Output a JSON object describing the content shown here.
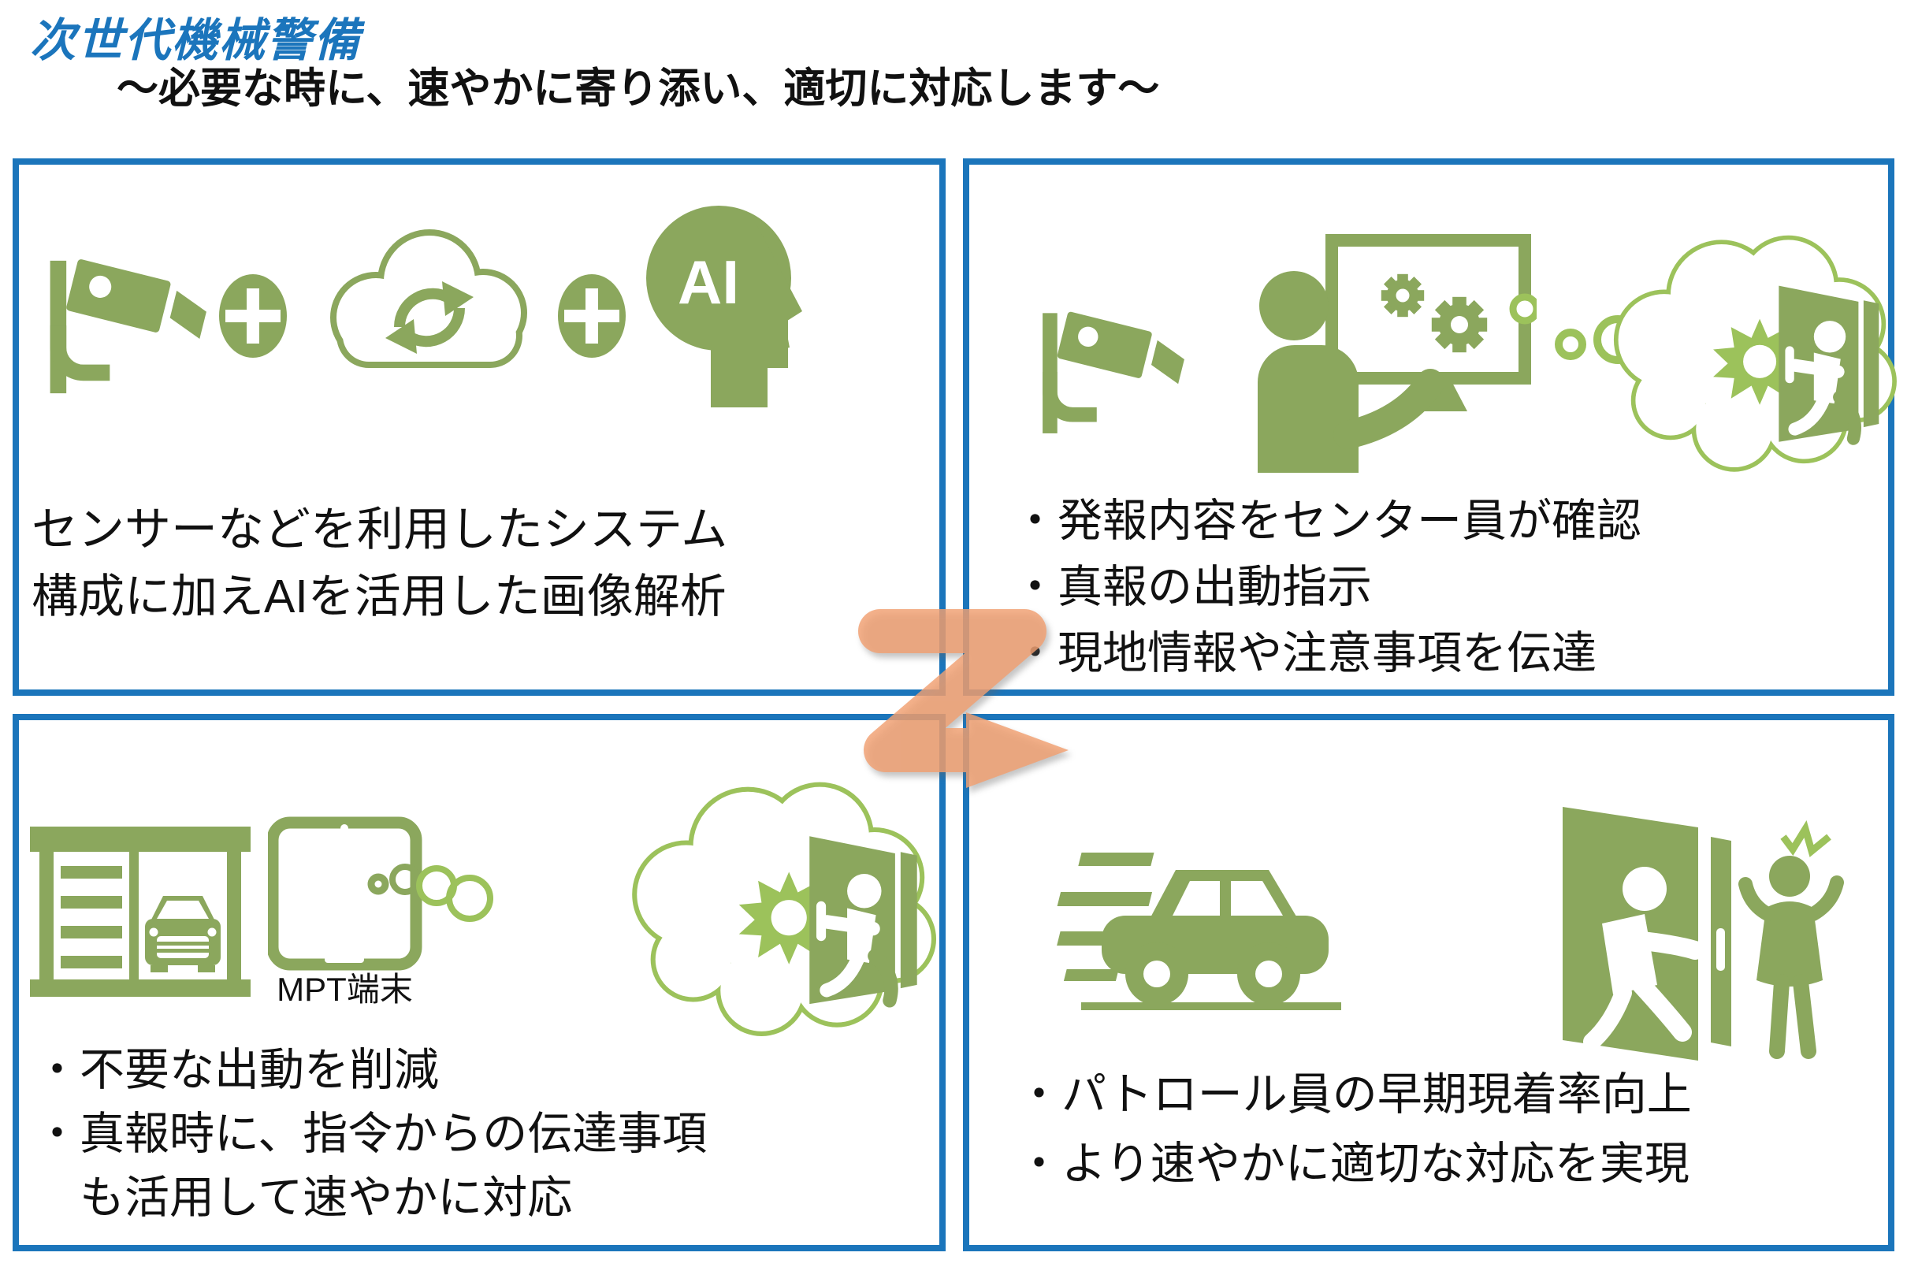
{
  "page": {
    "title": "次世代機械警備",
    "subtitle": "～必要な時に、速やかに寄り添い、適切に対応します～"
  },
  "colors": {
    "accent_blue": "#1B75BC",
    "border_blue": "#1B75BB",
    "icon_green": "#8BA75D",
    "outline_green": "#9CC25B",
    "arrow_orange": "#F2A071",
    "text_color": "#111111"
  },
  "panels": {
    "detection": {
      "ai_label": "AI",
      "lines": [
        "センサーなどを利用したシステム",
        "構成に加えAIを活用した画像解析"
      ]
    },
    "center": {
      "bullets": [
        "・発報内容をセンター員が確認",
        "・真報の出動指示",
        "・現地情報や注意事項を伝達"
      ]
    },
    "dispatch": {
      "tablet_label": "MPT端末",
      "bullets": [
        "・不要な出動を削減",
        "・真報時に、指令からの伝達事項",
        "　も活用して速やかに対応"
      ]
    },
    "response": {
      "bullets": [
        "・パトロール員の早期現着率向上",
        "・より速やかに適切な対応を実現"
      ]
    }
  }
}
